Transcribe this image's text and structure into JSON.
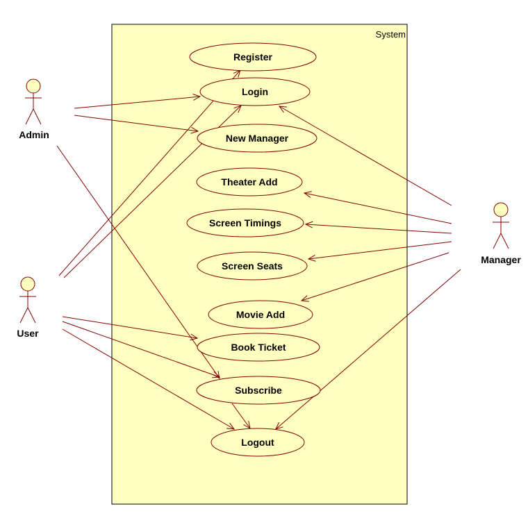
{
  "system": {
    "label": "System"
  },
  "colors": {
    "fill": "#ffffc0",
    "stroke": "#800000",
    "background": "#ffffff"
  },
  "actors": [
    {
      "id": "admin",
      "label": "Admin"
    },
    {
      "id": "user",
      "label": "User"
    },
    {
      "id": "manager",
      "label": "Manager"
    }
  ],
  "use_cases": [
    {
      "id": "register",
      "label": "Register"
    },
    {
      "id": "login",
      "label": "Login"
    },
    {
      "id": "new_manager",
      "label": "New Manager"
    },
    {
      "id": "theater_add",
      "label": "Theater Add"
    },
    {
      "id": "screen_timings",
      "label": "Screen Timings"
    },
    {
      "id": "screen_seats",
      "label": "Screen Seats"
    },
    {
      "id": "movie_add",
      "label": "Movie Add"
    },
    {
      "id": "book_ticket",
      "label": "Book Ticket"
    },
    {
      "id": "subscribe",
      "label": "Subscribe"
    },
    {
      "id": "logout",
      "label": "Logout"
    }
  ],
  "associations": [
    {
      "from": "admin",
      "to": "login"
    },
    {
      "from": "admin",
      "to": "new_manager"
    },
    {
      "from": "admin",
      "to": "subscribe"
    },
    {
      "from": "user",
      "to": "register"
    },
    {
      "from": "user",
      "to": "login"
    },
    {
      "from": "user",
      "to": "book_ticket"
    },
    {
      "from": "user",
      "to": "subscribe"
    },
    {
      "from": "user",
      "to": "logout"
    },
    {
      "from": "manager",
      "to": "login"
    },
    {
      "from": "manager",
      "to": "theater_add"
    },
    {
      "from": "manager",
      "to": "screen_timings"
    },
    {
      "from": "manager",
      "to": "screen_seats"
    },
    {
      "from": "manager",
      "to": "movie_add"
    },
    {
      "from": "manager",
      "to": "logout"
    },
    {
      "from": "subscribe",
      "to": "logout"
    }
  ]
}
